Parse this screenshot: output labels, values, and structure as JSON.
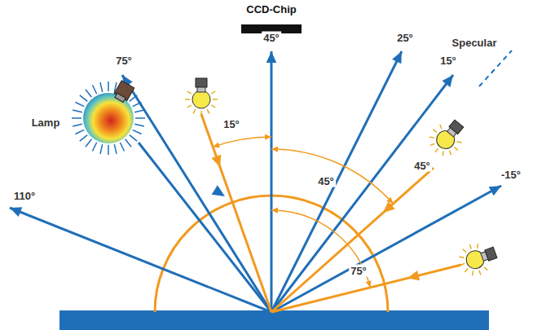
{
  "diagram": {
    "labels": [
      "CCD-Chip",
      "45°",
      "75°",
      "25°",
      "15°",
      "Specular",
      "15°",
      "Lamp",
      "45°",
      "45°",
      "110°",
      "-15°",
      "75°"
    ]
  }
}
